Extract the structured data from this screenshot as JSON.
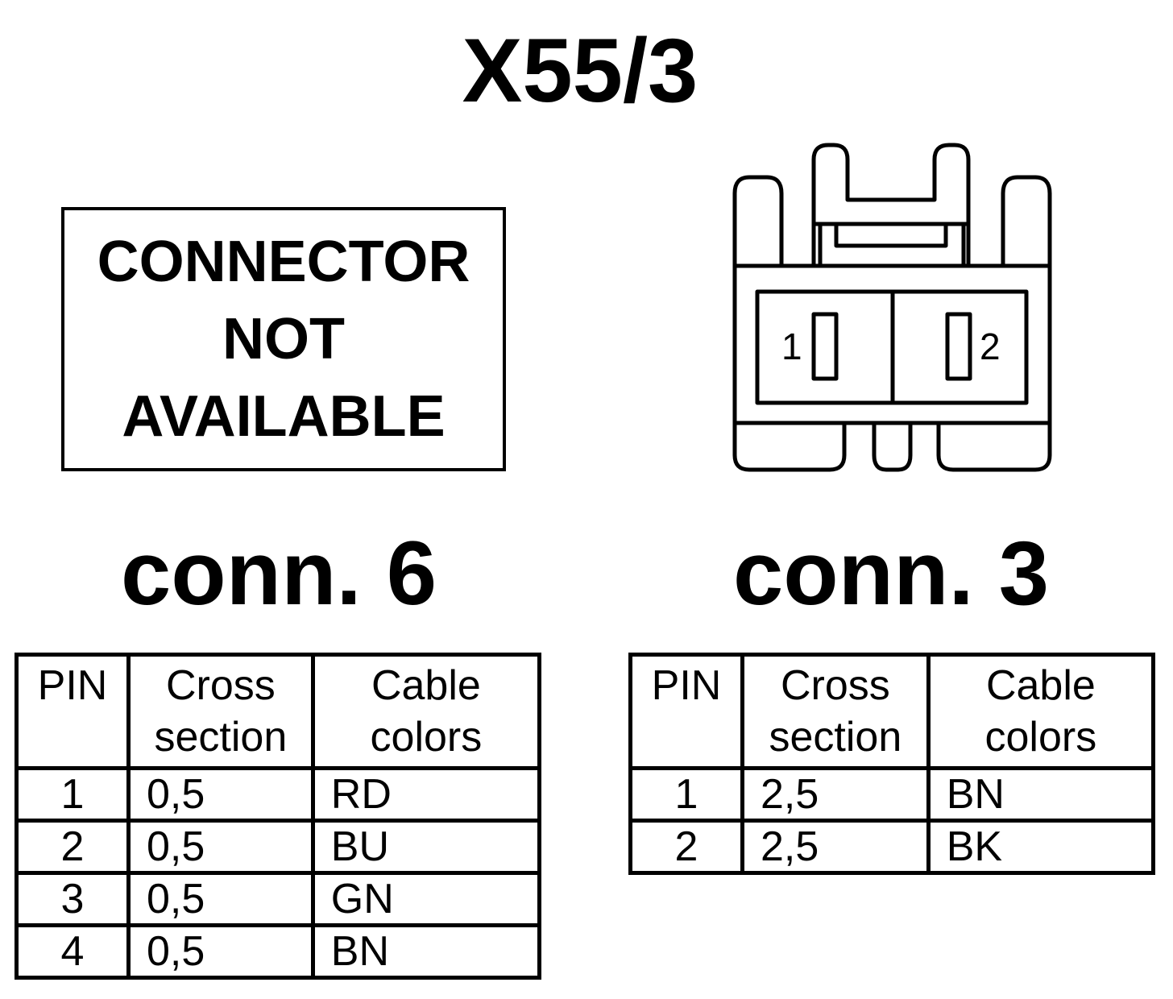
{
  "title": "X55/3",
  "not_available": {
    "line1": "CONNECTOR",
    "line2": "NOT",
    "line3": "AVAILABLE"
  },
  "connector_pins": {
    "pin1": "1",
    "pin2": "2"
  },
  "conn6": {
    "label": "conn. 6",
    "headers": {
      "pin": "PIN",
      "cross1": "Cross",
      "cross2": "section",
      "cable1": "Cable",
      "cable2": "colors"
    },
    "rows": [
      {
        "pin": "1",
        "cross": "0,5",
        "color": "RD"
      },
      {
        "pin": "2",
        "cross": "0,5",
        "color": "BU"
      },
      {
        "pin": "3",
        "cross": "0,5",
        "color": "GN"
      },
      {
        "pin": "4",
        "cross": "0,5",
        "color": "BN"
      }
    ]
  },
  "conn3": {
    "label": "conn. 3",
    "headers": {
      "pin": "PIN",
      "cross1": "Cross",
      "cross2": "section",
      "cable1": "Cable",
      "cable2": "colors"
    },
    "rows": [
      {
        "pin": "1",
        "cross": "2,5",
        "color": "BN"
      },
      {
        "pin": "2",
        "cross": "2,5",
        "color": "BK"
      }
    ]
  }
}
